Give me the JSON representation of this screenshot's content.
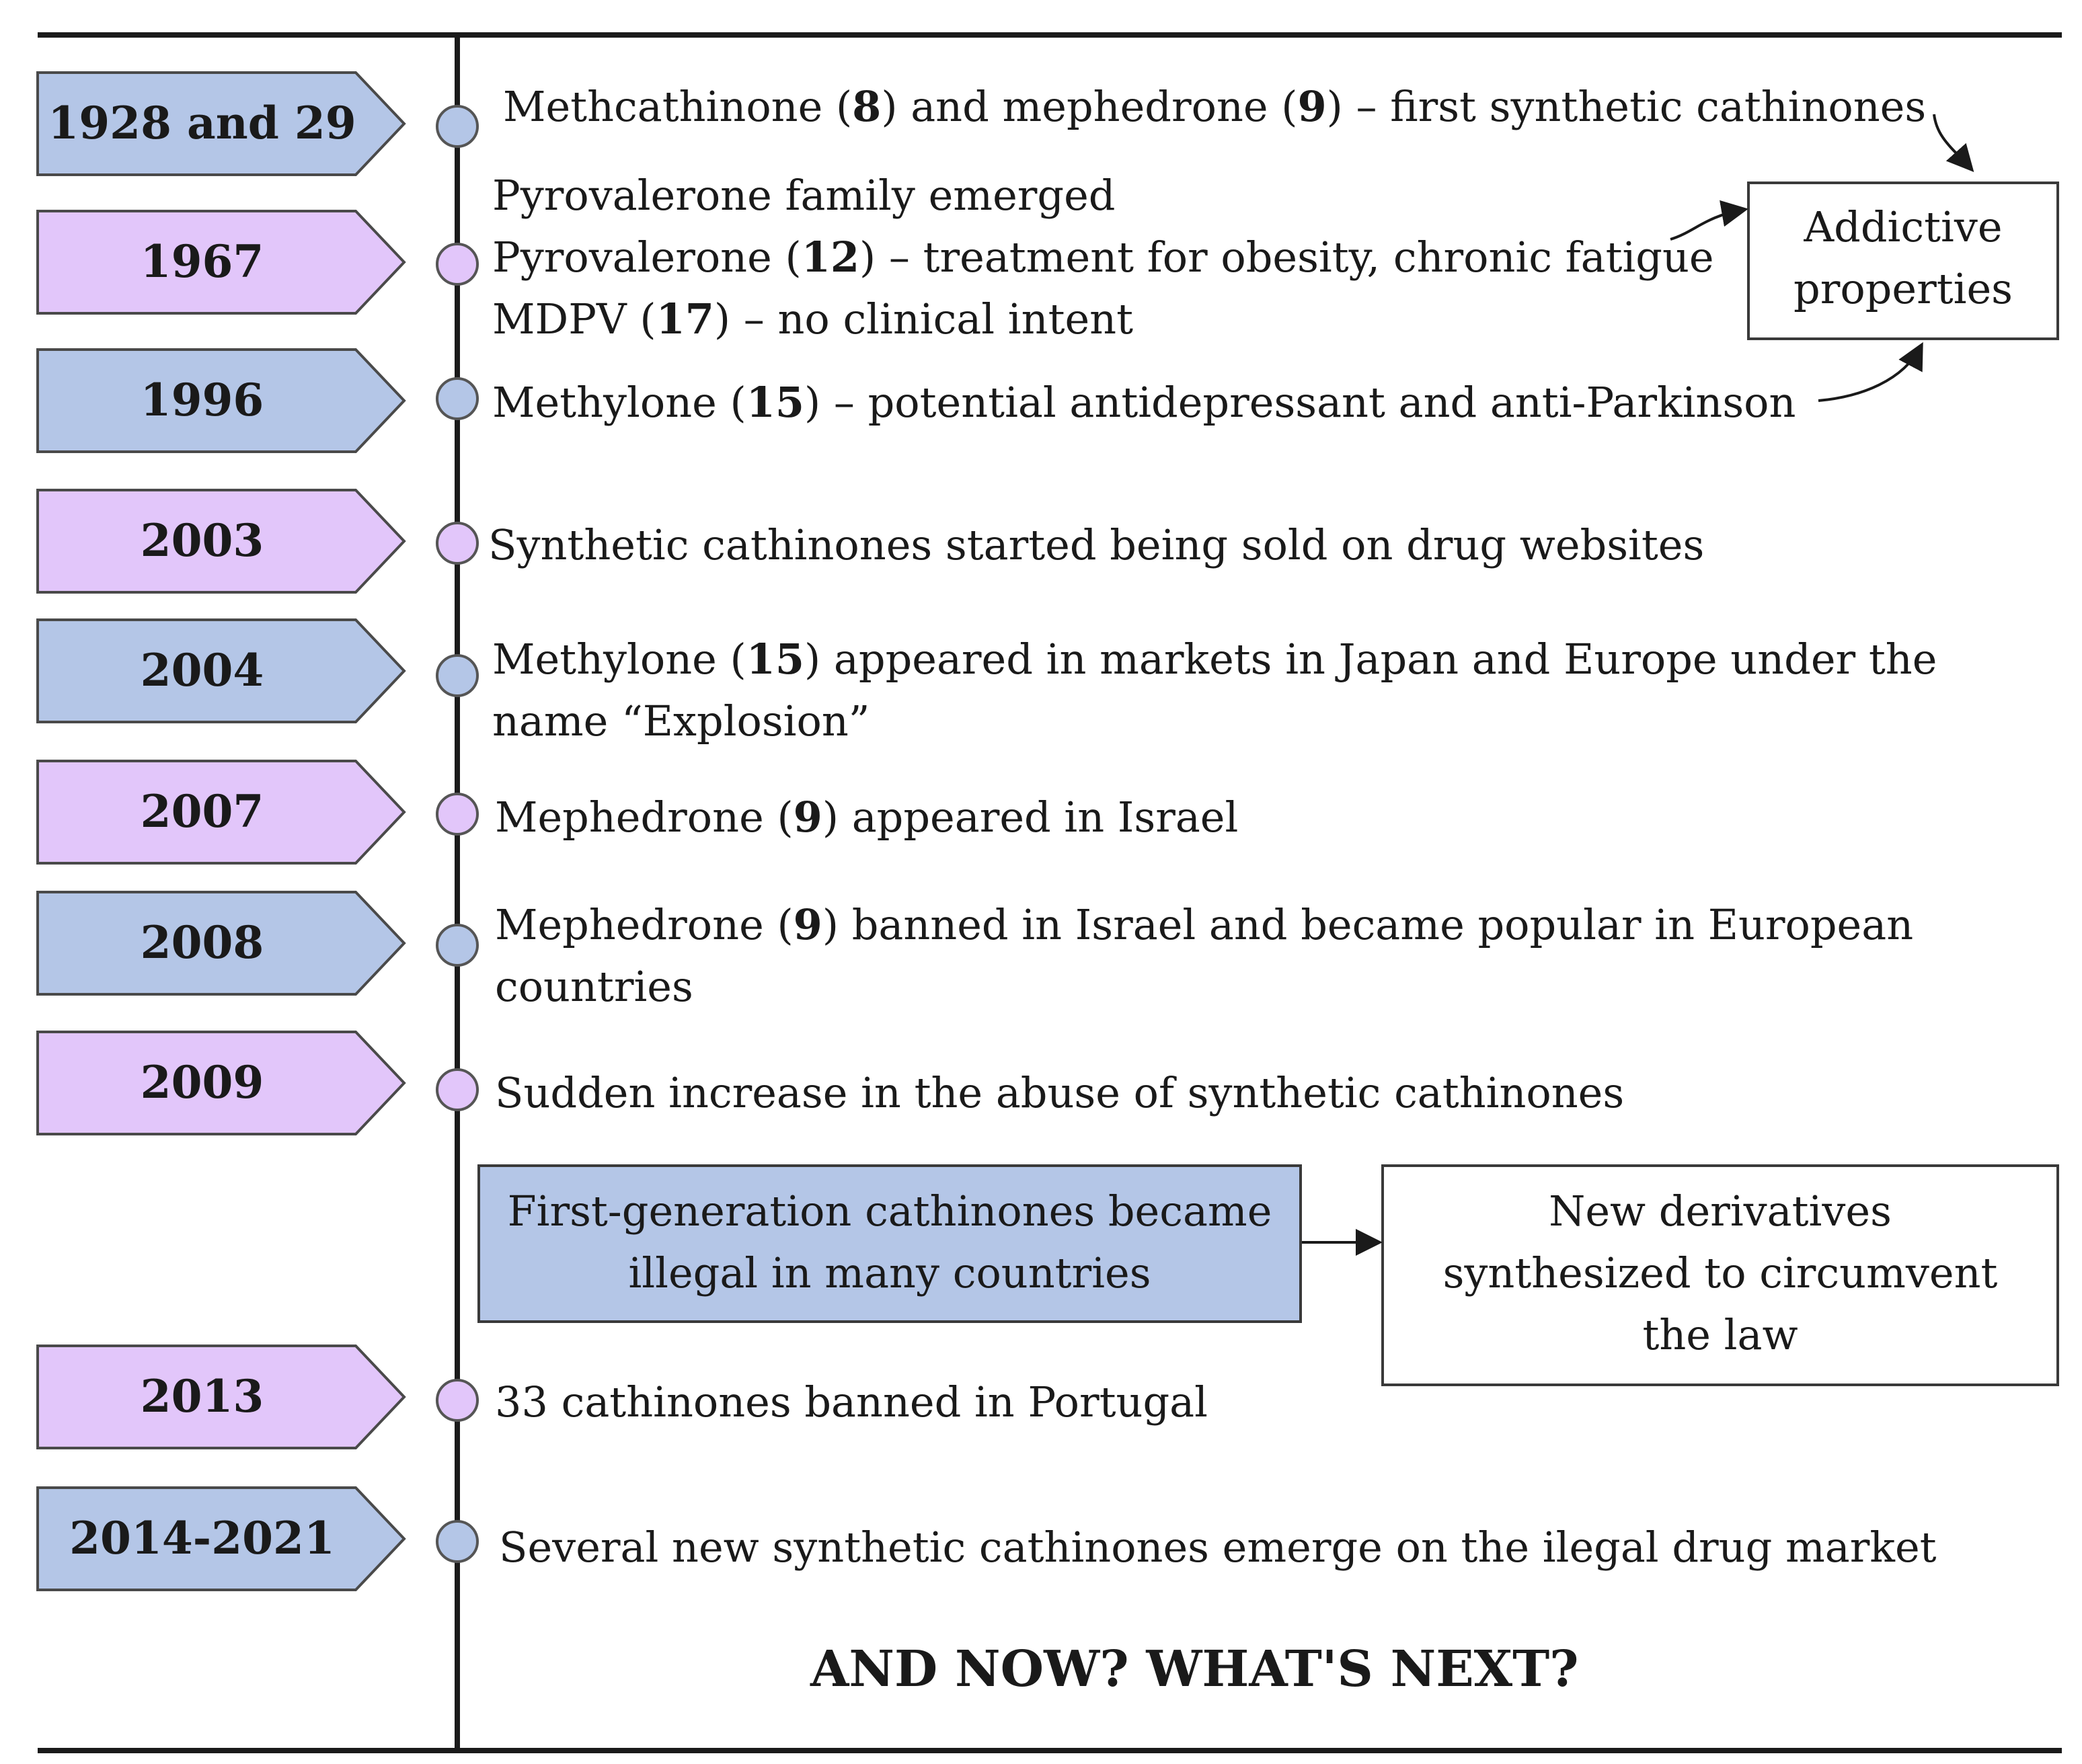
{
  "colors": {
    "blue": "#b4c6e7",
    "purple": "#e2c6fa",
    "line": "#1a1a1a"
  },
  "events": [
    {
      "year": "1928 and 29",
      "color": "blue",
      "lines": [
        [
          {
            "t": "Methcathinone ("
          },
          {
            "t": "8",
            "b": true
          },
          {
            "t": ") and mephedrone ("
          },
          {
            "t": "9",
            "b": true
          },
          {
            "t": ") – first synthetic cathinones"
          }
        ]
      ]
    },
    {
      "year": "1967",
      "color": "purple",
      "lines": [
        [
          {
            "t": "Pyrovalerone family emerged"
          }
        ],
        [
          {
            "t": "Pyrovalerone ("
          },
          {
            "t": "12",
            "b": true
          },
          {
            "t": ") – treatment for obesity, chronic fatigue"
          }
        ],
        [
          {
            "t": "MDPV ("
          },
          {
            "t": "17",
            "b": true
          },
          {
            "t": ") – no clinical intent"
          }
        ]
      ]
    },
    {
      "year": "1996",
      "color": "blue",
      "lines": [
        [
          {
            "t": "Methylone ("
          },
          {
            "t": "15",
            "b": true
          },
          {
            "t": ") – potential antidepressant and anti-Parkinson"
          }
        ]
      ]
    },
    {
      "year": "2003",
      "color": "purple",
      "lines": [
        [
          {
            "t": "Synthetic cathinones started being sold on drug websites"
          }
        ]
      ]
    },
    {
      "year": "2004",
      "color": "blue",
      "lines": [
        [
          {
            "t": "Methylone ("
          },
          {
            "t": "15",
            "b": true
          },
          {
            "t": ") appeared in markets in Japan and Europe under the"
          }
        ],
        [
          {
            "t": "name “Explosion”"
          }
        ]
      ]
    },
    {
      "year": "2007",
      "color": "purple",
      "lines": [
        [
          {
            "t": "Mephedrone ("
          },
          {
            "t": "9",
            "b": true
          },
          {
            "t": ") appeared in Israel"
          }
        ]
      ]
    },
    {
      "year": "2008",
      "color": "blue",
      "lines": [
        [
          {
            "t": "Mephedrone ("
          },
          {
            "t": "9",
            "b": true
          },
          {
            "t": ") banned in Israel and became popular in European"
          }
        ],
        [
          {
            "t": "countries"
          }
        ]
      ]
    },
    {
      "year": "2009",
      "color": "purple",
      "lines": [
        [
          {
            "t": "Sudden increase in the abuse of synthetic cathinones"
          }
        ]
      ]
    },
    {
      "year": "2013",
      "color": "purple",
      "lines": [
        [
          {
            "t": "33 cathinones banned in Portugal"
          }
        ]
      ]
    },
    {
      "year": "2014-2021",
      "color": "blue",
      "lines": [
        [
          {
            "t": "Several new synthetic cathinones emerge on the ilegal drug market"
          }
        ]
      ]
    }
  ],
  "addictive_box": {
    "lines": [
      "Addictive",
      "properties"
    ]
  },
  "illegal_box": {
    "lines": [
      "First-generation cathinones became",
      "illegal in many countries"
    ]
  },
  "derivatives_box": {
    "lines": [
      "New derivatives",
      "synthesized to circumvent",
      "the law"
    ]
  },
  "closing": "AND NOW? WHAT'S NEXT?"
}
